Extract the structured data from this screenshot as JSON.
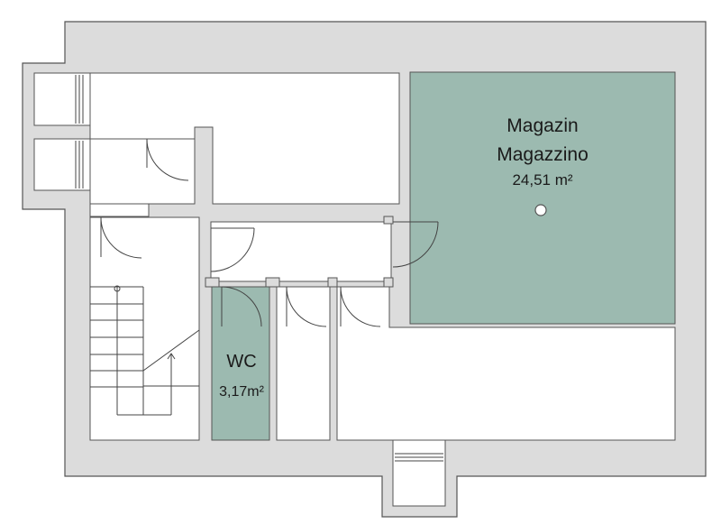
{
  "colors": {
    "wall": "#dcdcdc",
    "wall_outline": "#555555",
    "room_fill": "#ffffff",
    "highlight_room": "#9cbab0",
    "line": "#444444"
  },
  "rooms": {
    "magazin": {
      "name_primary": "Magazin",
      "name_secondary": "Magazzino",
      "area": "24,51 m²"
    },
    "wc": {
      "name": "WC",
      "area": "3,17m²"
    }
  }
}
